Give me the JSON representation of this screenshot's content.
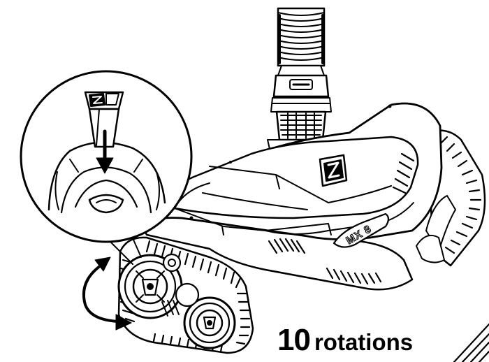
{
  "model_badge": "MX 8",
  "caption": {
    "number": "10",
    "unit": "rotations"
  },
  "colors": {
    "line": "#000000",
    "fill": "#ffffff",
    "shade": "#9a9a9a"
  },
  "icons": [
    "zodiac-logo-icon",
    "rotate-arrow-icon",
    "insert-arrow-icon"
  ]
}
